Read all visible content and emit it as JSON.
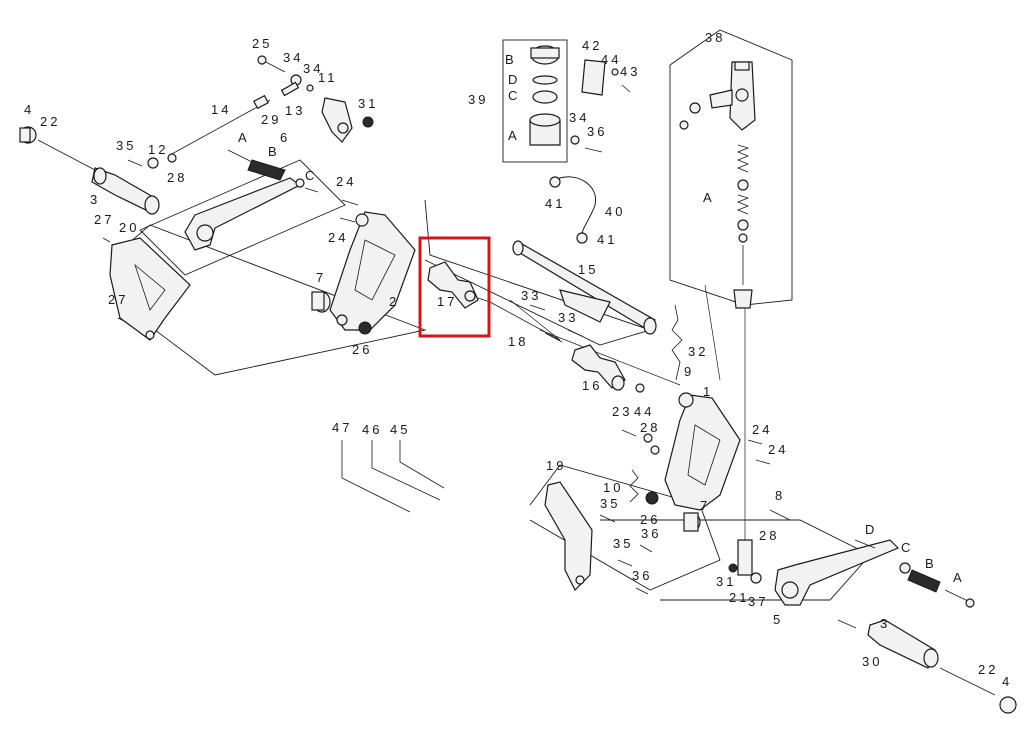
{
  "diagram": {
    "highlight_color": "#d3141b",
    "callouts": [
      {
        "id": "c25",
        "text": "25"
      },
      {
        "id": "c34a",
        "text": "34"
      },
      {
        "id": "c34b",
        "text": "34"
      },
      {
        "id": "c11",
        "text": "11"
      },
      {
        "id": "c4a",
        "text": "4"
      },
      {
        "id": "c22a",
        "text": "22"
      },
      {
        "id": "c14",
        "text": "14"
      },
      {
        "id": "c29",
        "text": "29"
      },
      {
        "id": "c13",
        "text": "13"
      },
      {
        "id": "c31a",
        "text": "31"
      },
      {
        "id": "c35a",
        "text": "35"
      },
      {
        "id": "c12",
        "text": "12"
      },
      {
        "id": "cA1",
        "text": "A"
      },
      {
        "id": "c6",
        "text": "6"
      },
      {
        "id": "cB1",
        "text": "B"
      },
      {
        "id": "cC1",
        "text": "C"
      },
      {
        "id": "c28a",
        "text": "28"
      },
      {
        "id": "c3a",
        "text": "3"
      },
      {
        "id": "c27a",
        "text": "27"
      },
      {
        "id": "c20",
        "text": "20"
      },
      {
        "id": "c27b",
        "text": "27"
      },
      {
        "id": "c24a",
        "text": "24"
      },
      {
        "id": "c24b",
        "text": "24"
      },
      {
        "id": "c7a",
        "text": "7"
      },
      {
        "id": "c2",
        "text": "2"
      },
      {
        "id": "c26a",
        "text": "26"
      },
      {
        "id": "c17",
        "text": "17"
      },
      {
        "id": "c18",
        "text": "18"
      },
      {
        "id": "c33a",
        "text": "33"
      },
      {
        "id": "c33b",
        "text": "33"
      },
      {
        "id": "c15",
        "text": "15"
      },
      {
        "id": "c16",
        "text": "16"
      },
      {
        "id": "c32",
        "text": "32"
      },
      {
        "id": "c39",
        "text": "39"
      },
      {
        "id": "cB2",
        "text": "B"
      },
      {
        "id": "cD1",
        "text": "D"
      },
      {
        "id": "cC2",
        "text": "C"
      },
      {
        "id": "cA2",
        "text": "A"
      },
      {
        "id": "c42",
        "text": "42"
      },
      {
        "id": "c44a",
        "text": "44"
      },
      {
        "id": "c43",
        "text": "43"
      },
      {
        "id": "c34c",
        "text": "34"
      },
      {
        "id": "c36a",
        "text": "36"
      },
      {
        "id": "c41a",
        "text": "41"
      },
      {
        "id": "c40",
        "text": "40"
      },
      {
        "id": "c41b",
        "text": "41"
      },
      {
        "id": "c38",
        "text": "38"
      },
      {
        "id": "cA3",
        "text": "A"
      },
      {
        "id": "c9",
        "text": "9"
      },
      {
        "id": "c1",
        "text": "1"
      },
      {
        "id": "c23",
        "text": "23"
      },
      {
        "id": "c44b",
        "text": "44"
      },
      {
        "id": "c28b",
        "text": "28"
      },
      {
        "id": "c24c",
        "text": "24"
      },
      {
        "id": "c24d",
        "text": "24"
      },
      {
        "id": "c47",
        "text": "47"
      },
      {
        "id": "c46",
        "text": "46"
      },
      {
        "id": "c45",
        "text": "45"
      },
      {
        "id": "c19",
        "text": "19"
      },
      {
        "id": "c10",
        "text": "10"
      },
      {
        "id": "c35b",
        "text": "35"
      },
      {
        "id": "c26b",
        "text": "26"
      },
      {
        "id": "c36b",
        "text": "36"
      },
      {
        "id": "c35c",
        "text": "35"
      },
      {
        "id": "c36c",
        "text": "36"
      },
      {
        "id": "c7b",
        "text": "7"
      },
      {
        "id": "c8",
        "text": "8"
      },
      {
        "id": "c28c",
        "text": "28"
      },
      {
        "id": "c31b",
        "text": "31"
      },
      {
        "id": "c21",
        "text": "21"
      },
      {
        "id": "c37",
        "text": "37"
      },
      {
        "id": "c5",
        "text": "5"
      },
      {
        "id": "cD2",
        "text": "D"
      },
      {
        "id": "cC3",
        "text": "C"
      },
      {
        "id": "cB3",
        "text": "B"
      },
      {
        "id": "cA4",
        "text": "A"
      },
      {
        "id": "c3b",
        "text": "3"
      },
      {
        "id": "c30",
        "text": "30"
      },
      {
        "id": "c22b",
        "text": "22"
      },
      {
        "id": "c4b",
        "text": "4"
      }
    ]
  }
}
